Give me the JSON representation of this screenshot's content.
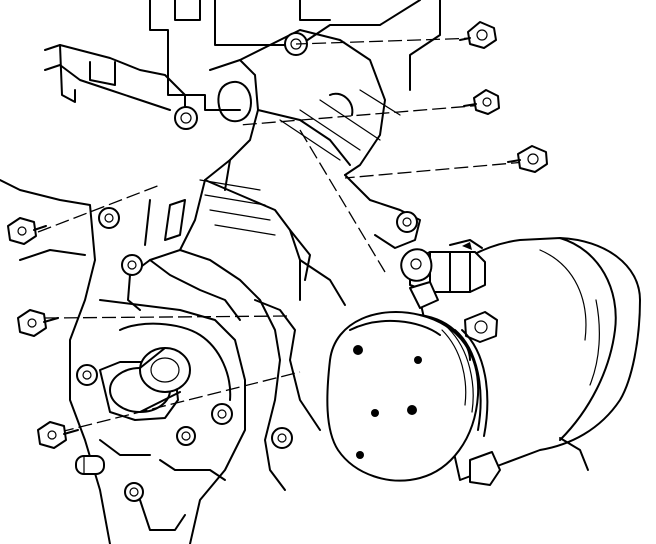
{
  "diagram": {
    "style": "line-drawing",
    "colors": {
      "ink": "#000000",
      "paper": "#ffffff"
    },
    "parts": [
      "engine-block",
      "compressor-mounting-bracket",
      "ac-compressor",
      "compressor-clutch-pulley",
      "electrical-connector",
      "bracket-bolts",
      "engine-front-cover"
    ],
    "bolt_count": 6
  }
}
